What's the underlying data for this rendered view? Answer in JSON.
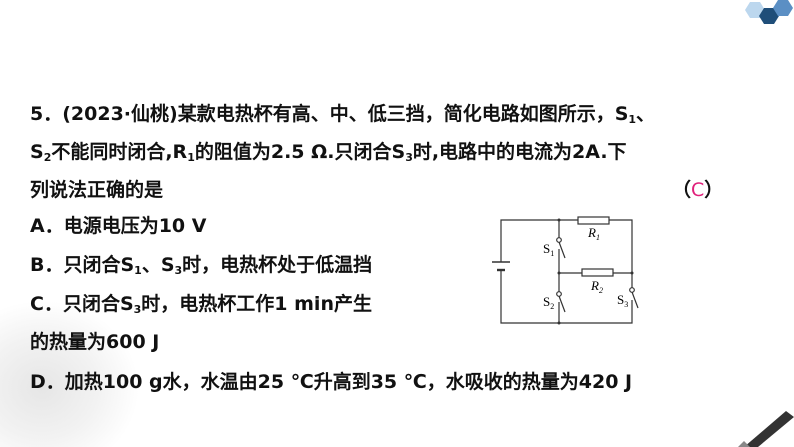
{
  "question": {
    "number": "5．",
    "source": "(2023·仙桃)",
    "line1_text": "某款电热杯有高、中、低三挡，简化电路如图所示，S",
    "line1_sub": "1",
    "line1_end": "、",
    "line2_a": "S",
    "line2_sub_a": "2",
    "line2_b": "不能同时闭合,R",
    "line2_sub_b": "1",
    "line2_c": "的阻值为2.5  Ω.只闭合S",
    "line2_sub_c": "3",
    "line2_d": "时,电路中的电流为2A.下",
    "line3": "列说法正确的是",
    "answer_open": "（",
    "answer": "C",
    "answer_close": "）"
  },
  "options": {
    "A": "A．电源电压为10 V",
    "B_a": "B．只闭合S",
    "B_sub1": "1",
    "B_b": "、S",
    "B_sub2": "3",
    "B_c": "时，电热杯处于低温挡",
    "C_a": "C．只闭合S",
    "C_sub": "3",
    "C_b": "时，电热杯工作1 min产生",
    "C_cont": "的热量为600 J",
    "D": "D．加热100 g水，水温由25 ℃升高到35 ℃，水吸收的热量为420 J"
  },
  "circuit": {
    "R1": "R",
    "R1_sub": "1",
    "R2": "R",
    "R2_sub": "2",
    "S1": "S",
    "S1_sub": "1",
    "S2": "S",
    "S2_sub": "2",
    "S3": "S",
    "S3_sub": "3"
  },
  "colors": {
    "answer": "#e0207a",
    "hex_dark": "#1f4e79",
    "hex_light": "#9fc5e8"
  }
}
